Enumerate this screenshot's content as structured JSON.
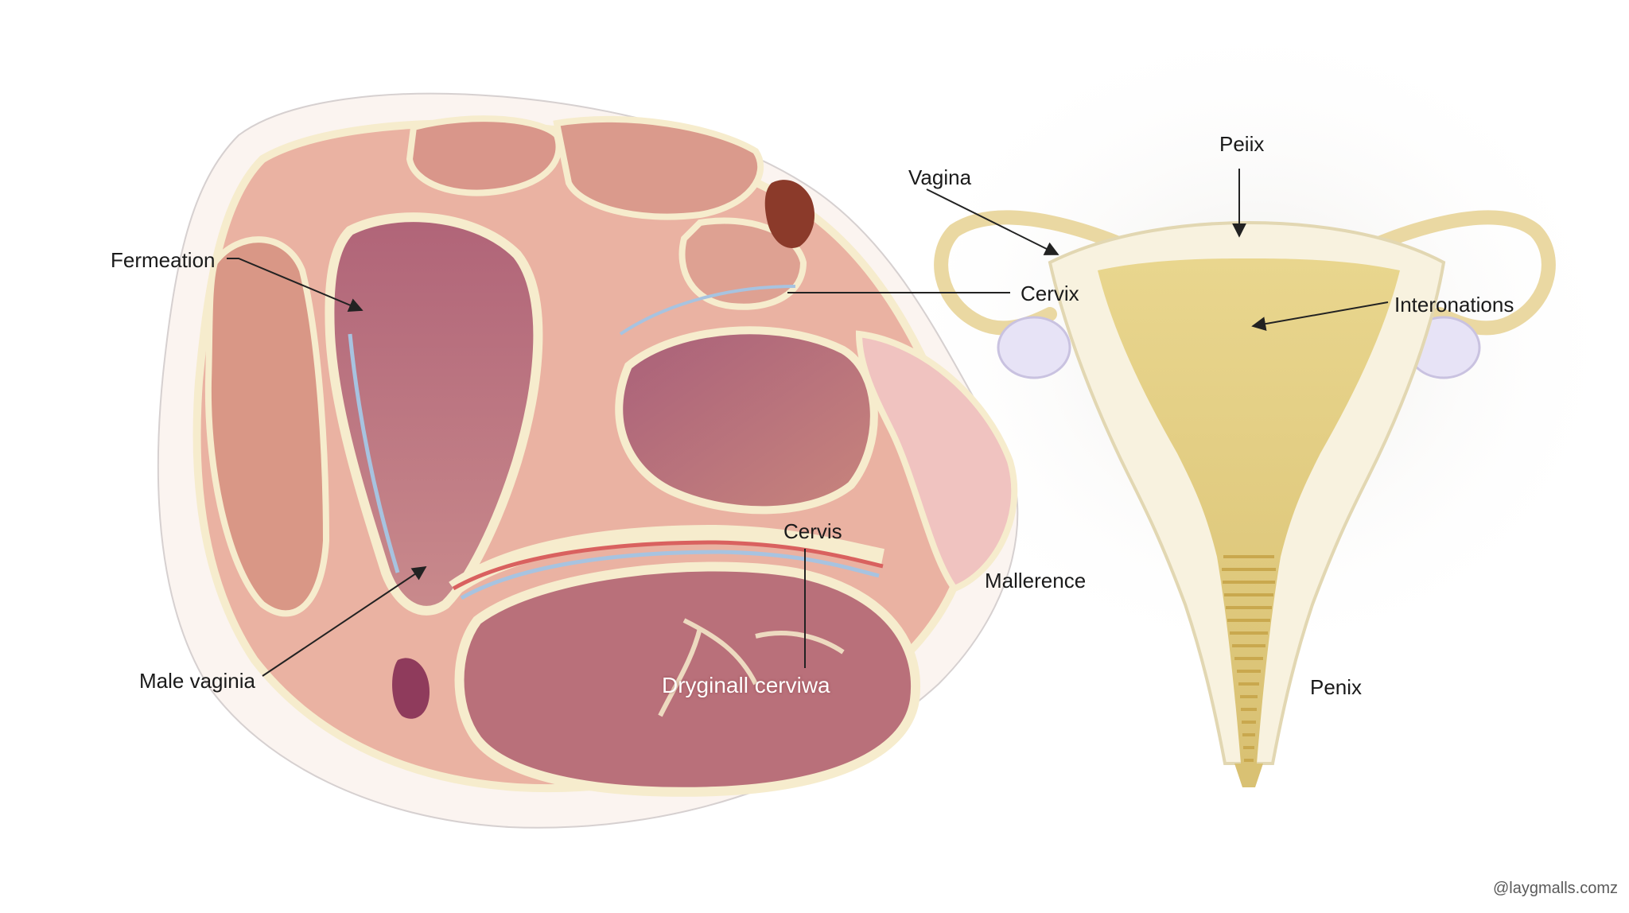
{
  "labels": {
    "fermeation": "Fermeation",
    "male_vaginia": "Male vaginia",
    "vagina": "Vagina",
    "peiix": "Peiix",
    "cervix": "Cervix",
    "interonations": "Interonations",
    "cervis": "Cervis",
    "mallerence": "Mallerence",
    "dryginall_cerviwa": "Dryginall cerviwa",
    "penix": "Penix"
  },
  "watermark": "@laygmalls.comz",
  "colors": {
    "tissue_pink": "#e9a898",
    "tissue_deep": "#b56c73",
    "cavity_mauve": "#a3566a",
    "fat_cream": "#f6eccd",
    "uterus_gold": "#e6d48e",
    "ovary_lilac": "#e7e3f6",
    "outline": "#222222"
  }
}
